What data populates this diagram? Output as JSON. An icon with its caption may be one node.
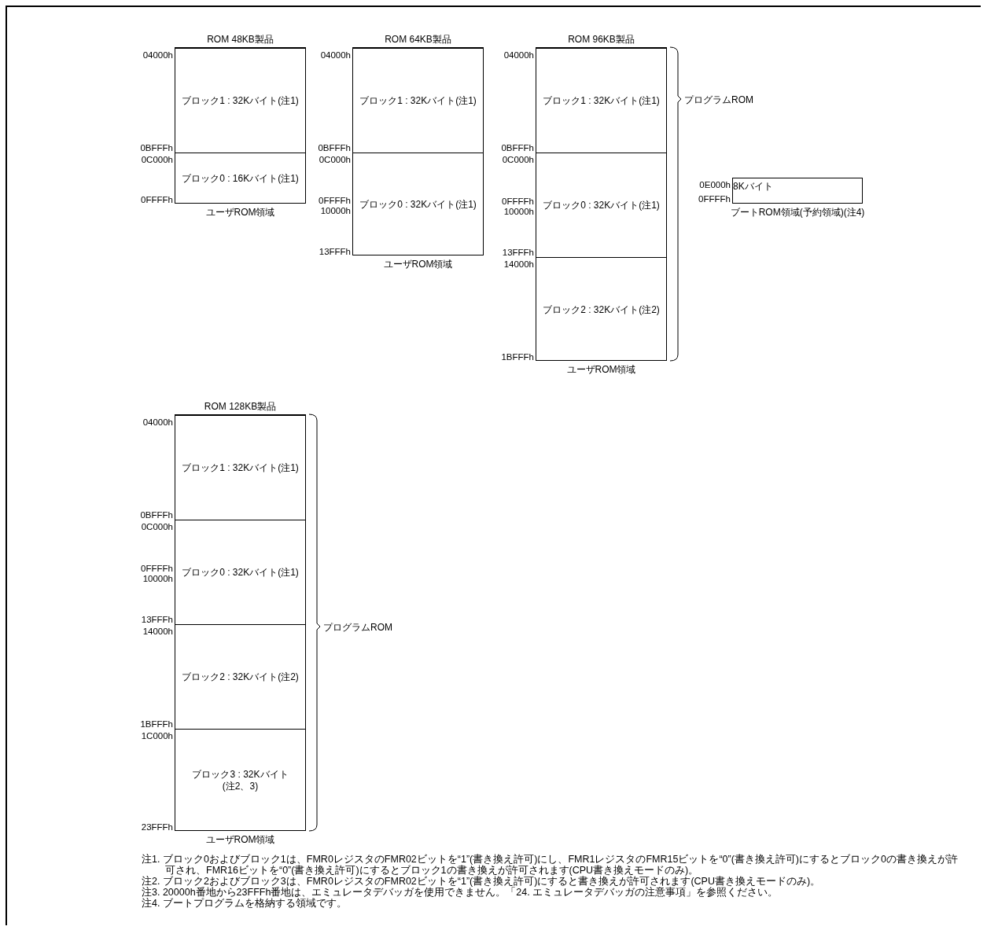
{
  "diagram": {
    "nodes": [
      {
        "text": [
          "ROM 48KB製品"
        ],
        "beside": [
          "ユーザROM領域"
        ]
      },
      {
        "text": [
          "ブロック1 : 32Kバイト(注1)"
        ],
        "in": 0,
        "beside": [
          "04000h",
          "0BFFFh"
        ]
      },
      {
        "text": [
          "ブロック0 : 16Kバイト(注1)"
        ],
        "in": 0,
        "beside": [
          "0C000h",
          "0FFFFh"
        ]
      },
      {
        "text": [
          "ROM 64KB製品"
        ],
        "beside": [
          "ユーザROM領域"
        ]
      },
      {
        "text": [
          "ブロック1 : 32Kバイト(注1)"
        ],
        "in": 3,
        "beside": [
          "04000h",
          "0BFFFh"
        ]
      },
      {
        "text": [
          "ブロック0 : 32Kバイト(注1)"
        ],
        "in": 3,
        "beside": [
          "0C000h",
          "0FFFFh",
          "10000h",
          "13FFFh"
        ]
      },
      {
        "text": [
          "ROM 96KB製品"
        ],
        "beside": [
          "ユーザROM領域"
        ]
      },
      {
        "text": [
          "ブロック1 : 32Kバイト(注1)"
        ],
        "in": 6,
        "beside": [
          "04000h",
          "0BFFFh"
        ]
      },
      {
        "text": [
          "ブロック0 : 32Kバイト(注1)"
        ],
        "in": 6,
        "beside": [
          "0C000h",
          "0FFFFh",
          "10000h",
          "13FFFh"
        ]
      },
      {
        "text": [
          "ブロック2 : 32Kバイト(注2)"
        ],
        "in": 6,
        "beside": [
          "14000h",
          "1BFFFh"
        ]
      },
      {
        "text": [
          "8Kバイト"
        ],
        "beside": [
          "0E000h",
          "0FFFFh",
          "ブートROM領域(予約領域)(注4)"
        ]
      },
      {
        "text": [
          "ROM 128KB製品"
        ],
        "beside": [
          "ユーザROM領域"
        ]
      },
      {
        "text": [
          "ブロック1 : 32Kバイト(注1)"
        ],
        "in": 11,
        "beside": [
          "04000h",
          "0BFFFh"
        ]
      },
      {
        "text": [
          "ブロック0 : 32Kバイト(注1)"
        ],
        "in": 11,
        "beside": [
          "0C000h",
          "0FFFFh",
          "10000h",
          "13FFFh"
        ]
      },
      {
        "text": [
          "ブロック2 : 32Kバイト(注2)"
        ],
        "in": 11,
        "beside": [
          "14000h",
          "1BFFFh"
        ]
      },
      {
        "text": [
          "ブロック3 : 32Kバイト (注2、3)"
        ],
        "in": 11,
        "beside": [
          "1C000h",
          "23FFFh"
        ]
      }
    ],
    "labels": [
      "プログラムROM",
      "プログラムROM",
      "注1. ブロック0およびブロック1は、FMR0レジスタのFMR02ビットを“1”(書き換え許可)にし、FMR1レジスタのFMR15ビットを“0”(書き換え許可)にするとブロック0の書き換えが許可され、FMR16ビットを“0”(書き換え許可)にするとブロック1の書き換えが許可されます(CPU書き換えモードのみ)。",
      "注2. ブロック2およびブロック3は、FMR0レジスタのFMR02ビットを“1”(書き換え許可)にすると書き換えが許可されます(CPU書き換えモードのみ)。",
      "注3. 20000h番地から23FFFh番地は、エミュレータデバッガを使用できません。「24. エミュレータデバッガの注意事項」を参照ください。",
      "注4. ブートプログラムを格納する領域です。"
    ]
  }
}
